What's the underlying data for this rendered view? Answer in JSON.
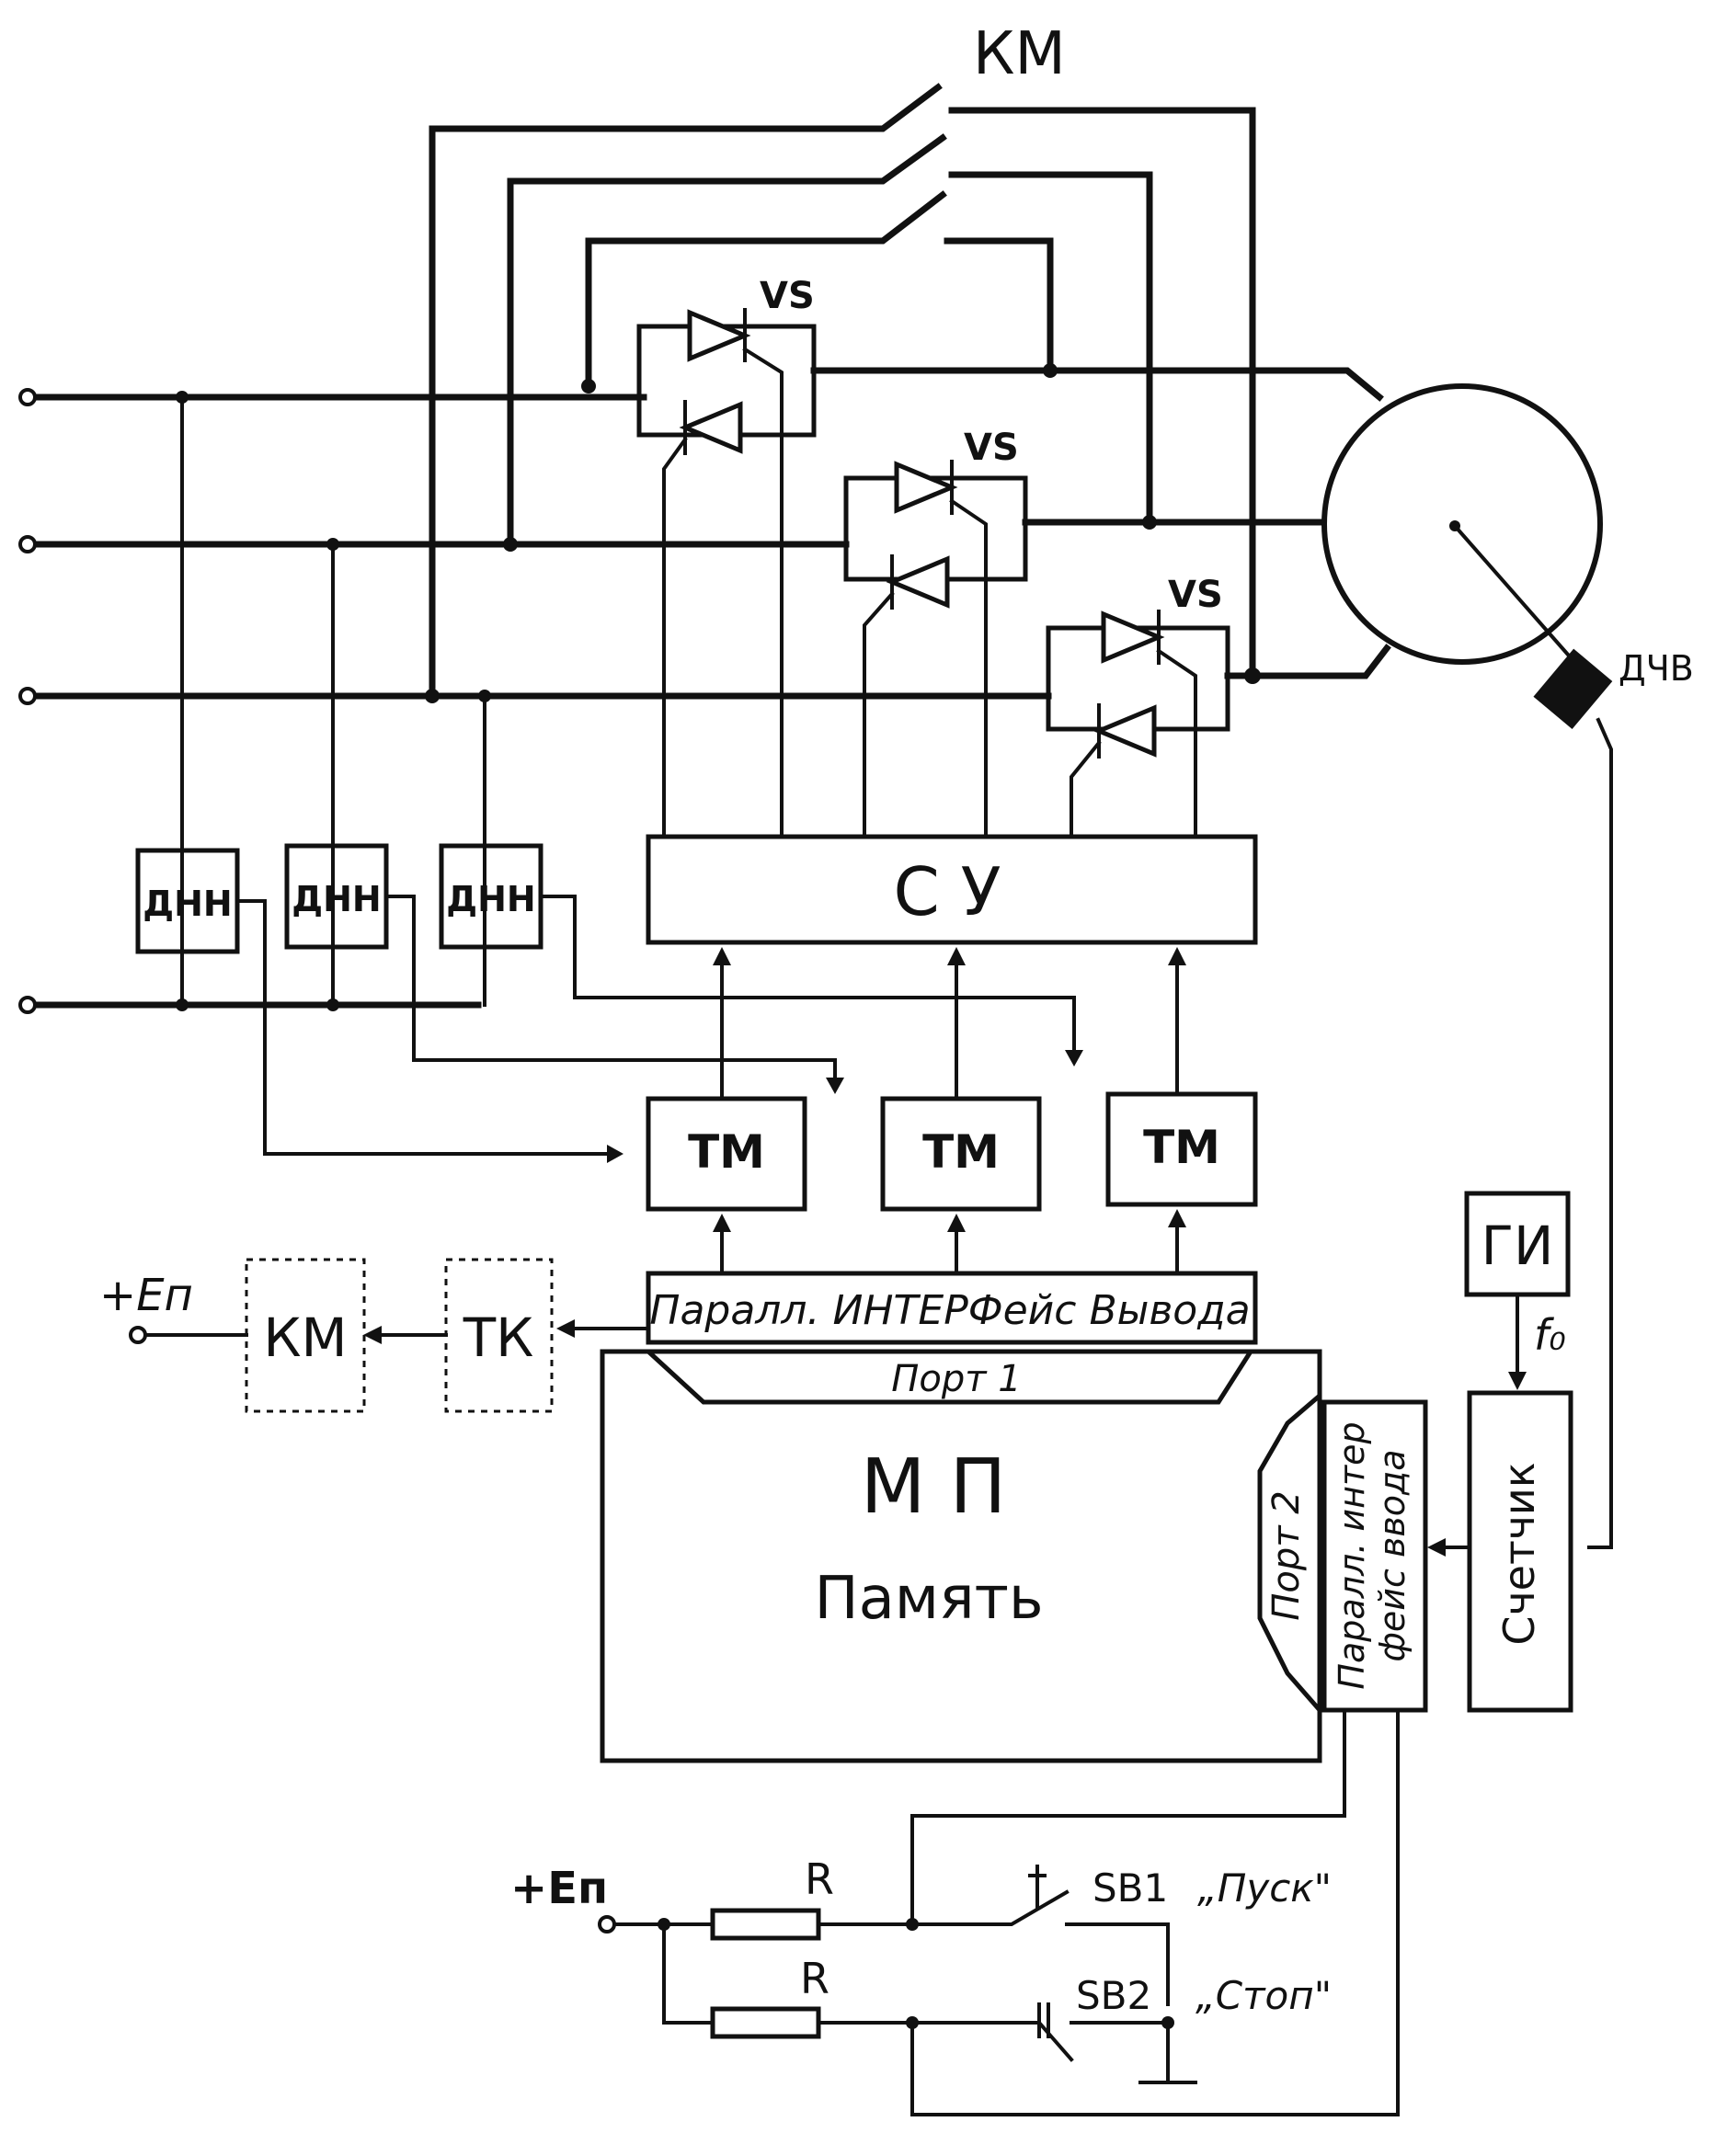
{
  "labels": {
    "km_switch": "КМ",
    "thyristor_1": "VS",
    "thyristor_2": "VS",
    "thyristor_3": "VS",
    "speed_sensor": "ДЧВ",
    "dnn_1": "ДНН",
    "dnn_2": "ДНН",
    "dnn_3": "ДНН",
    "control_system": "С   У",
    "tm_1": "ТМ",
    "tm_2": "ТМ",
    "tm_3": "ТМ",
    "generator": "ГИ",
    "frequency": "f₀",
    "counter": "Счетчик",
    "output_interface": "Паралл. ИНТЕРФейс Вывода",
    "port_1": "Порт 1",
    "port_2": "Порт 2",
    "input_interface_line1": "Паралл. интер",
    "input_interface_line2": "фейс ввода",
    "mp_title": "М П",
    "mp_memory": "Память",
    "tk": "ТК",
    "km_coil": "КМ",
    "supply_top": "+Еп",
    "supply_bottom": "+Еп",
    "resistor_1": "R",
    "resistor_2": "R",
    "sb1": "SB1",
    "sb1_name": "„Пуск\"",
    "sb2": "SB2",
    "sb2_name": "„Стоп\""
  }
}
